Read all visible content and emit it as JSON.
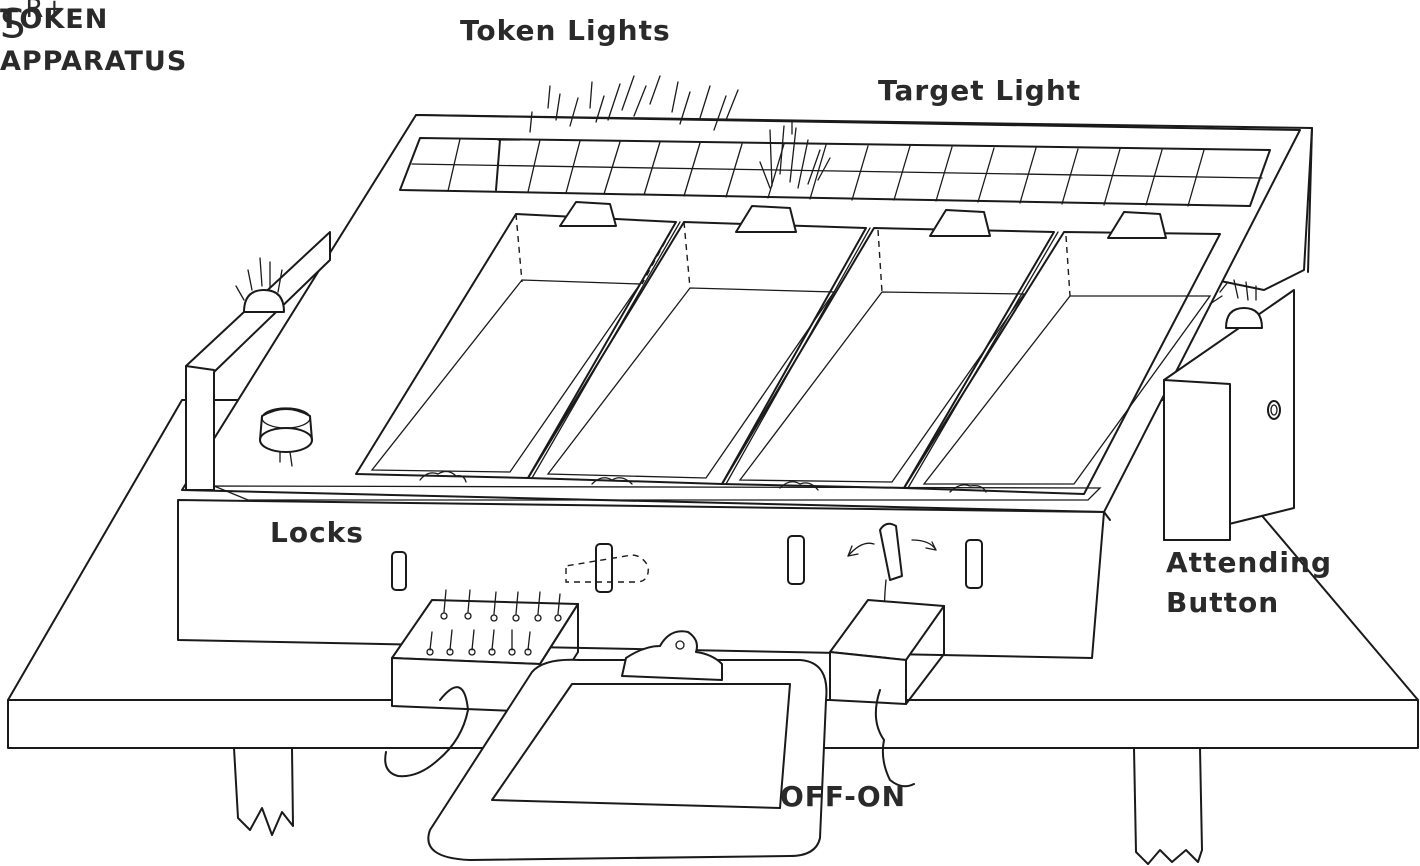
{
  "title": {
    "line1": "TOKEN",
    "line2": "APPARATUS"
  },
  "labels": {
    "token_lights": "Token Lights",
    "target_light": "Target Light",
    "locks": "Locks",
    "attending_line1": "Attending",
    "attending_line2": "Button",
    "off_on": "OFF-ON",
    "sr_base": "S",
    "sr_super": "R+"
  }
}
